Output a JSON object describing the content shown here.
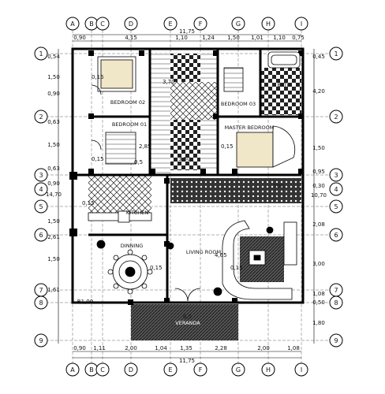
{
  "grid": {
    "cols": [
      "A",
      "B",
      "C",
      "D",
      "E",
      "F",
      "G",
      "H",
      "I"
    ],
    "rows": [
      "1",
      "2",
      "3",
      "4",
      "5",
      "6",
      "7",
      "8",
      "9"
    ]
  },
  "dimensions": {
    "overall_top": "11,75",
    "overall_bottom": "11,75",
    "top": [
      "0,90",
      "4,15",
      "1,10",
      "1,24",
      "1,50",
      "1,01",
      "1,10",
      "0,75"
    ],
    "bottom": [
      "0,90",
      "1,11",
      "2,00",
      "1,04",
      "1,35",
      "2,28",
      "2,00",
      "1,08"
    ],
    "left": [
      "0,54",
      "1,50",
      "0,90",
      "0,63",
      "1,50",
      "0,63",
      "0,90",
      "14,70",
      "1,50",
      "2,61",
      "1,50",
      "1,61",
      "R1,00"
    ],
    "right": [
      "0,45",
      "4,20",
      "1,50",
      "0,95",
      "0,30",
      "10,70",
      "2,08",
      "3,00",
      "1,08",
      "0,50",
      "1,80"
    ]
  },
  "rooms": {
    "bedroom2": "BEDROOM 02",
    "bedroom1": "BEDROOM 01",
    "bedroom3": "BEDROOM 03",
    "master": "MASTER BEDROOM",
    "bath": "BATH",
    "kitchen": "KITCHEN",
    "dinning": "DINNING",
    "living": "LIVING ROOM",
    "veranda": "VERANDA",
    "toilet": "TOIL"
  },
  "levels": {
    "l1": "0,15",
    "l2": "3,70",
    "l3": "2,85",
    "l4": "0,15",
    "l5": "3,30",
    "l6": "0,15",
    "l7": "0,15",
    "l8": "0,15",
    "l9": "4,65",
    "l10": "0,15",
    "l11": "0,5",
    "l12": "0,5"
  }
}
